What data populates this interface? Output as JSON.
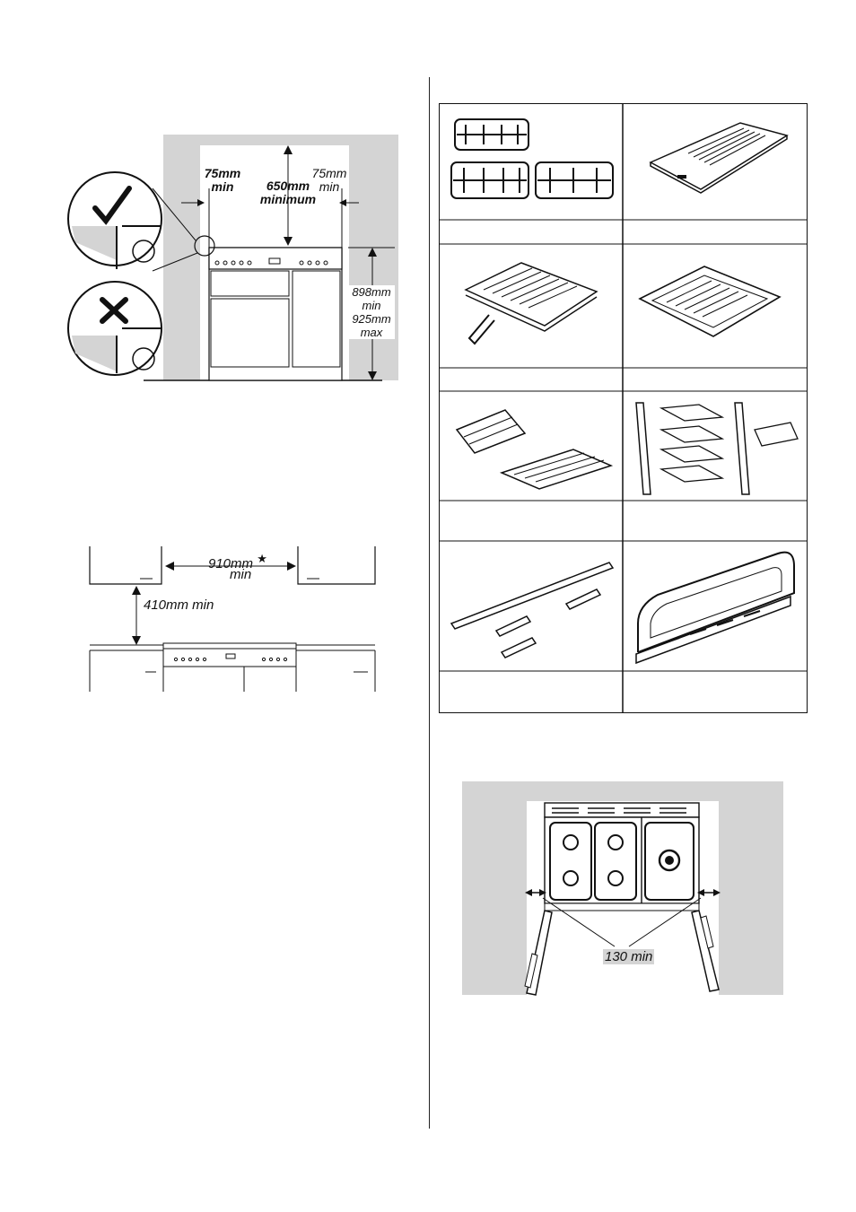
{
  "clearance_diagram": {
    "left_gap": {
      "value": "75mm",
      "qualifier": "min"
    },
    "top_gap": {
      "value": "650mm",
      "qualifier": "minimum"
    },
    "right_gap": {
      "value": "75mm",
      "qualifier": "min"
    },
    "height": {
      "min_value": "898mm",
      "min_label": "min",
      "max_value": "925mm",
      "max_label": "max"
    }
  },
  "hood_diagram": {
    "width": {
      "value": "910mm",
      "qualifier": "min",
      "note_symbol": "★"
    },
    "height_above": "410mm min"
  },
  "accessories_grid": {
    "items": [
      {
        "icon": "pan-supports-icon",
        "caption": ""
      },
      {
        "icon": "griddle-icon",
        "caption": ""
      },
      {
        "icon": "grill-pan-icon",
        "caption": ""
      },
      {
        "icon": "roasting-tin-icon",
        "caption": ""
      },
      {
        "icon": "oven-shelves-icon",
        "caption": ""
      },
      {
        "icon": "shelf-runners-icon",
        "caption": ""
      },
      {
        "icon": "handles-rail-icon",
        "caption": ""
      },
      {
        "icon": "splashback-icon",
        "caption": ""
      }
    ]
  },
  "door_clearance": {
    "label": "130 min"
  },
  "colors": {
    "wall_grey": "#d4d4d4",
    "line": "#111111"
  }
}
